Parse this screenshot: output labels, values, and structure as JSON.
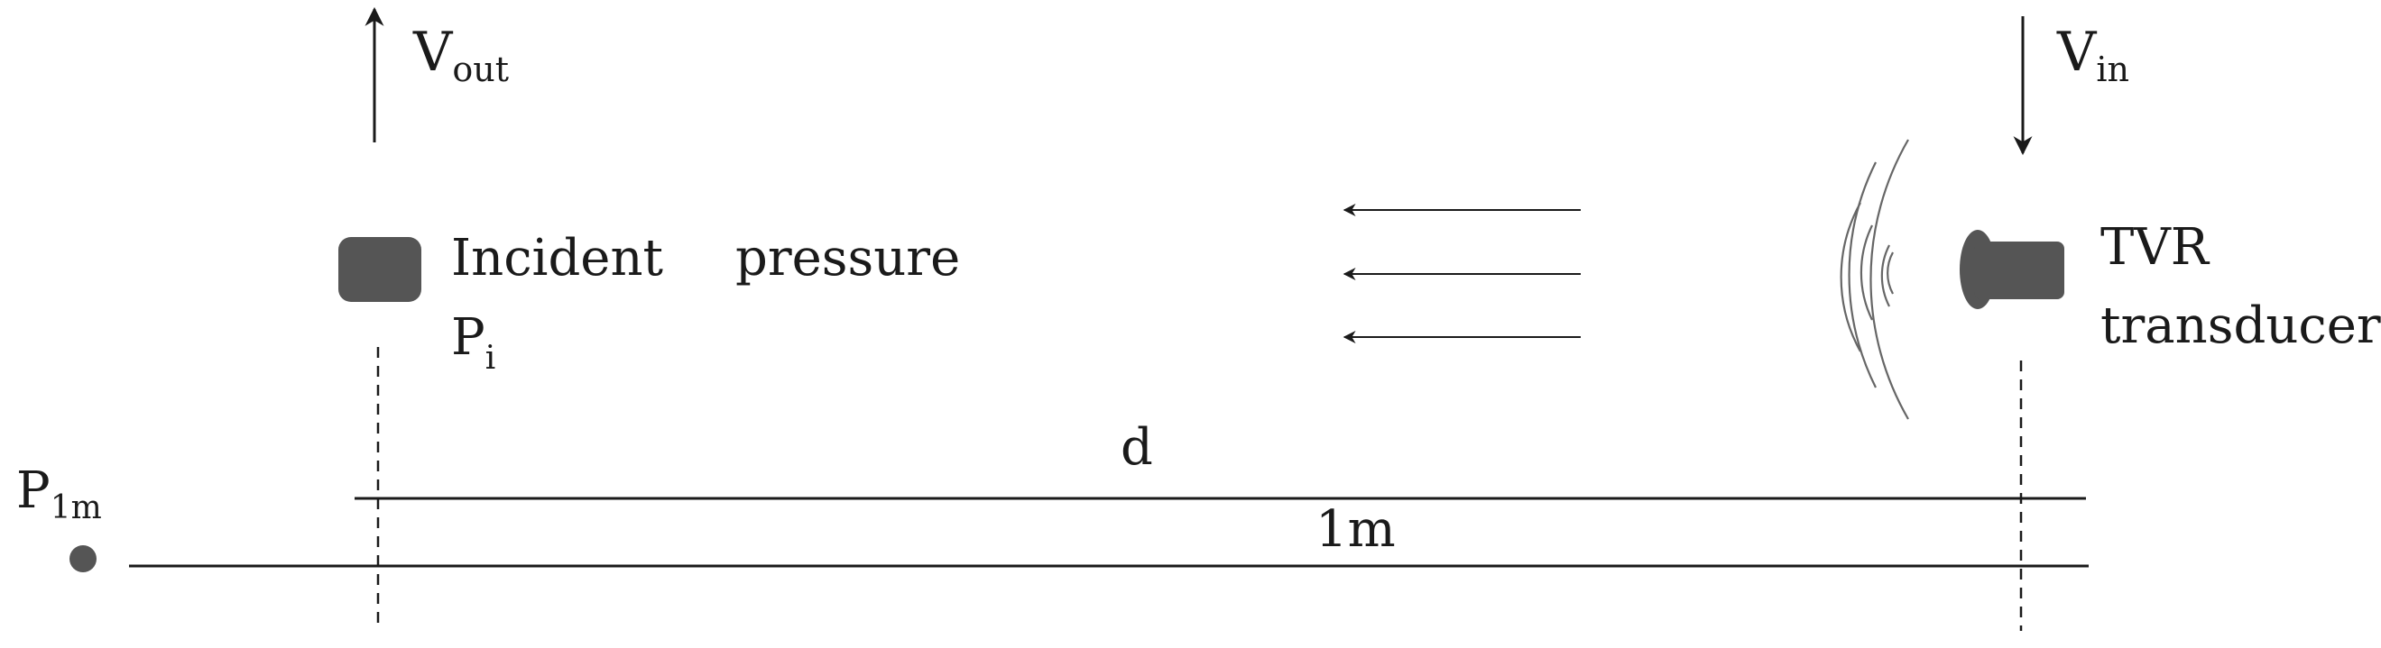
{
  "labels": {
    "v_out_main": "V",
    "v_out_sub": "out",
    "v_in_main": "V",
    "v_in_sub": "in",
    "incident_word": "Incident",
    "pressure_word": "pressure",
    "p_i_main": "P",
    "p_i_sub": "i",
    "tvr": "TVR",
    "transducer": "transducer",
    "d": "d",
    "one_m": "1m",
    "p_1m_main": "P",
    "p_1m_sub": "1m"
  },
  "colors": {
    "ink": "#1a1a1a",
    "shape_fill": "#555555",
    "wave": "#666666"
  }
}
